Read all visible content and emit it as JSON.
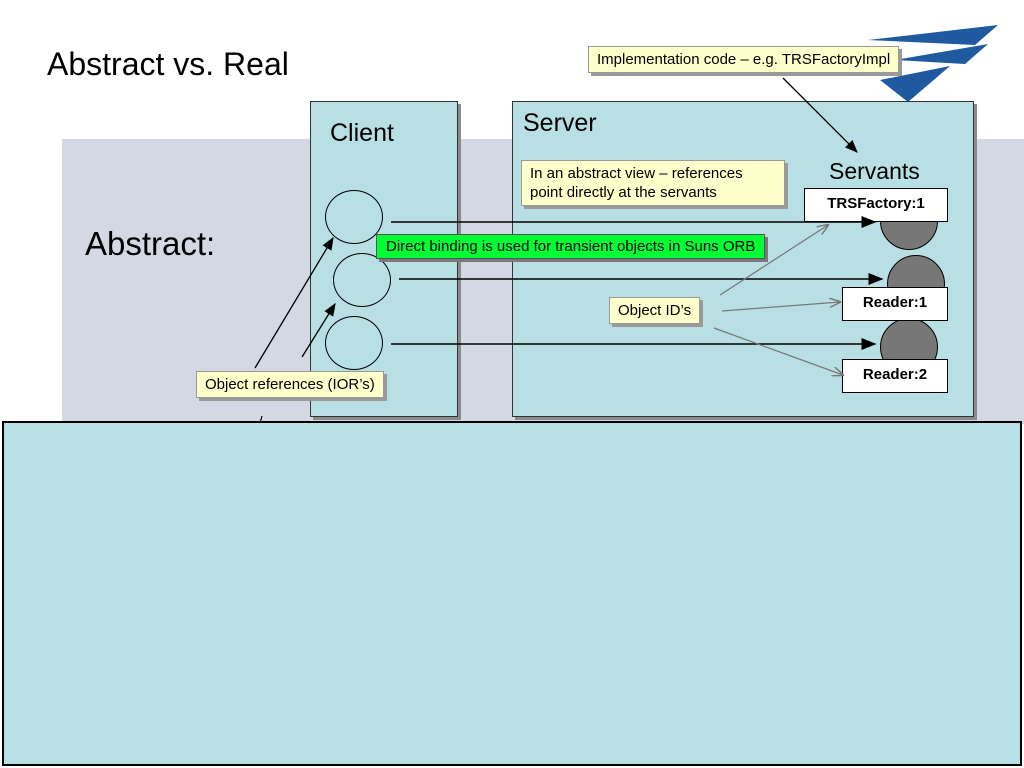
{
  "title": "Abstract vs. Real",
  "section_label": "Abstract:",
  "client_label": "Client",
  "server_label": "Server",
  "servants_label": "Servants",
  "notes": {
    "implementation": "Implementation code – e.g. TRSFactoryImpl",
    "abstract_view": "In an abstract view – references point directly at the servants",
    "direct_binding": "Direct binding is used for transient objects in Suns ORB",
    "object_ids": "Object ID’s",
    "object_refs": "Object references (IOR’s)"
  },
  "servant_tags": [
    "TRSFactory:1",
    "Reader:1",
    "Reader:2"
  ],
  "colors": {
    "box_fill": "#b8dfe3",
    "band": "#d4d8e4",
    "note_fill": "#ffffcc",
    "green": "#00ff33",
    "logo": "#1f5aa0"
  }
}
